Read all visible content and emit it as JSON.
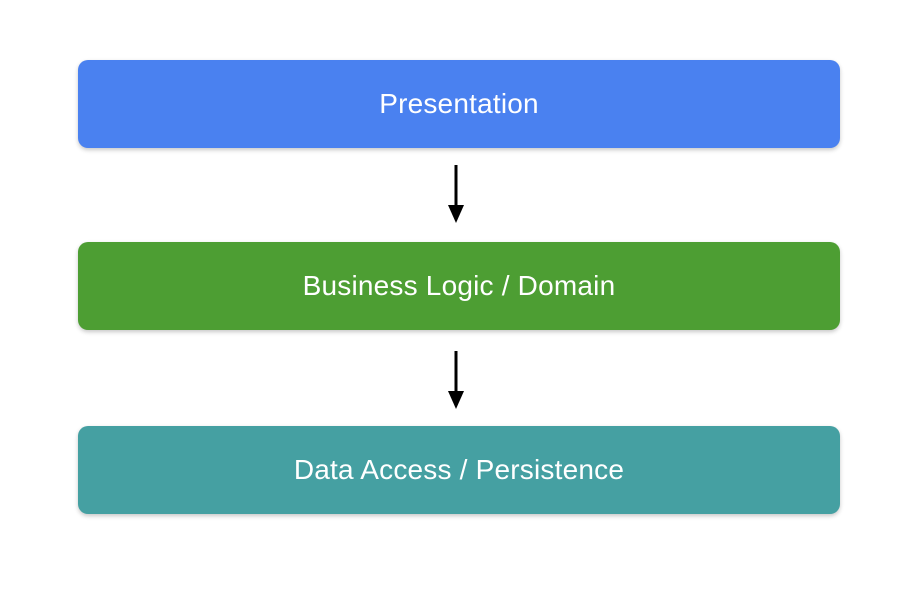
{
  "diagram": {
    "type": "layered-architecture",
    "background_color": "#ffffff",
    "arrow_color": "#000000",
    "text_color": "#ffffff",
    "layers": [
      {
        "label": "Presentation",
        "color": "#4a81f0"
      },
      {
        "label": "Business Logic / Domain",
        "color": "#4d9e33"
      },
      {
        "label": "Data Access / Persistence",
        "color": "#45a0a2"
      }
    ],
    "connections": [
      {
        "from": "Presentation",
        "to": "Business Logic / Domain"
      },
      {
        "from": "Business Logic / Domain",
        "to": "Data Access / Persistence"
      }
    ]
  }
}
